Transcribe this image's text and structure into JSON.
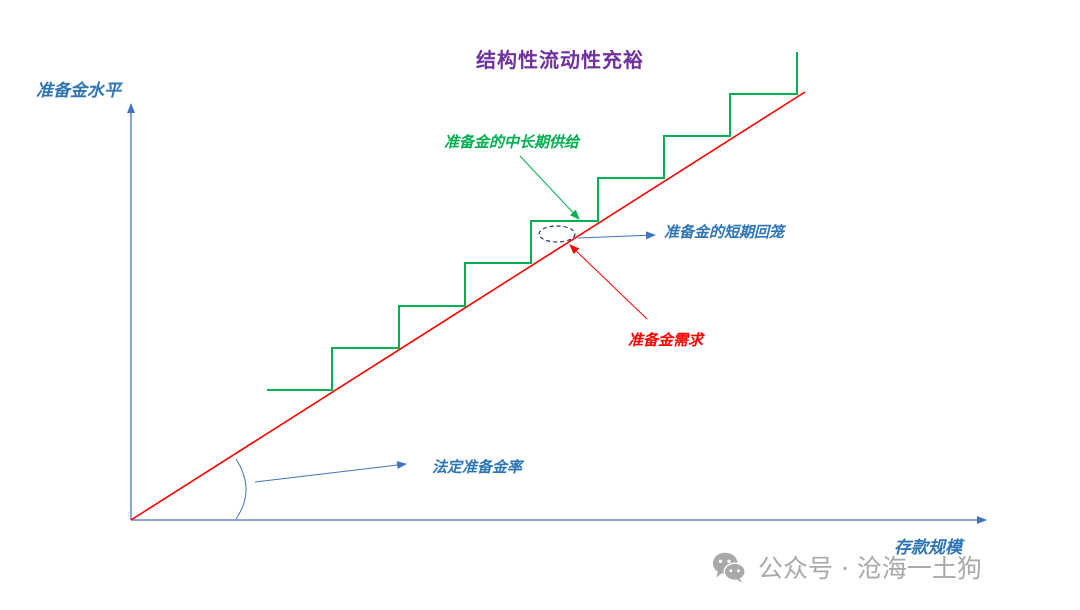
{
  "title": "结构性流动性充裕",
  "y_axis_label": "准备金水平",
  "x_axis_label": "存款规模",
  "annotations": {
    "supply": "准备金的中长期供给",
    "short_term": "准备金的短期回笼",
    "demand": "准备金需求",
    "statutory_ratio": "法定准备金率"
  },
  "watermark": {
    "icon": "wechat-icon",
    "text": "公众号 · 沧海一土狗"
  },
  "colors": {
    "title": "#7030a0",
    "axis": "#4472c4",
    "axis_label": "#2e75b6",
    "supply": "#00b050",
    "demand": "#ff0000",
    "annotation_blue": "#2e75b6",
    "watermark": "#a9a9a9"
  }
}
